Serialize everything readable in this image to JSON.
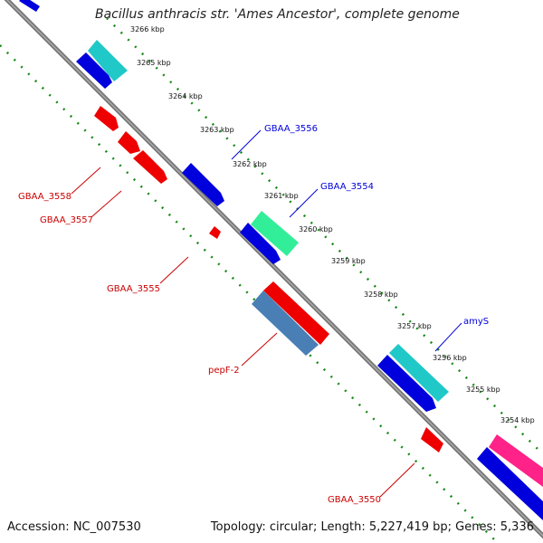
{
  "title": "Bacillus anthracis str. 'Ames Ancestor', complete genome",
  "footer": {
    "accession": "Accession: NC_007530",
    "summary": "Topology: circular; Length: 5,227,419 bp; Genes: 5,336"
  },
  "scale_labels": [
    "3266 kbp",
    "3265 kbp",
    "3264 kbp",
    "3263 kbp",
    "3262 kbp",
    "3261 kbp",
    "3260 kbp",
    "3259 kbp",
    "3258 kbp",
    "3257 kbp",
    "3256 kbp",
    "3255 kbp",
    "3254 kbp"
  ],
  "gene_labels": {
    "gbaa_3556": "GBAA_3556",
    "gbaa_3554": "GBAA_3554",
    "amys": "amyS",
    "gbaa_3558": "GBAA_3558",
    "gbaa_3557": "GBAA_3557",
    "gbaa_3555": "GBAA_3555",
    "pepf_2": "pepF-2",
    "gbaa_3550": "GBAA_3550"
  },
  "colors": {
    "backbone": "#808080",
    "gc_dots": "#1a8a1a",
    "forward_cds": "#0000dd",
    "reverse_cds": "#ee0000",
    "cyan_feature": "#20c8c8",
    "aqua_feature": "#33ee99",
    "steel_feature": "#4a7fb5",
    "pink_feature": "#ff2288",
    "forward_label": "#0000dd",
    "reverse_label": "#cc0000"
  }
}
